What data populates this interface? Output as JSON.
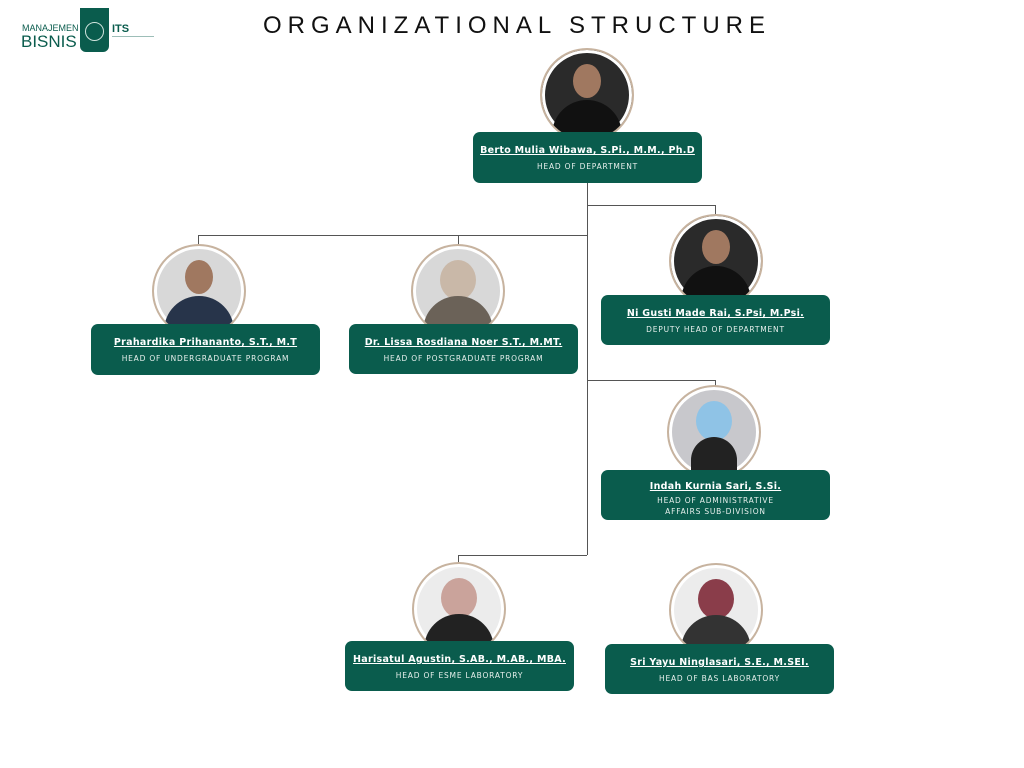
{
  "title": "ORGANIZATIONAL STRUCTURE",
  "logo": {
    "line1": "MANAJEMEN",
    "line2": "BISNIS",
    "institution": "ITS"
  },
  "colors": {
    "card": "#0a5c4d",
    "ring": "#c7b39f"
  },
  "people": [
    {
      "name": "Berto Mulia Wibawa, S.Pi., M.M., Ph.D",
      "role": "HEAD OF DEPARTMENT"
    },
    {
      "name": "Prahardika Prihananto, S.T., M.T",
      "role": "HEAD OF UNDERGRADUATE PROGRAM"
    },
    {
      "name": "Dr. Lissa Rosdiana Noer S.T., M.MT.",
      "role": "HEAD OF POSTGRADUATE PROGRAM"
    },
    {
      "name": "Ni Gusti Made Rai, S.Psi, M.Psi.",
      "role": "DEPUTY HEAD OF DEPARTMENT"
    },
    {
      "name": "Indah Kurnia Sari, S.Si.",
      "role": "HEAD OF ADMINISTRATIVE AFFAIRS SUB-DIVISION"
    },
    {
      "name": "Harisatul Agustin, S.AB., M.AB., MBA.",
      "role": "HEAD OF ESME LABORATORY"
    },
    {
      "name": "Sri Yayu Ninglasari, S.E., M.SEI.",
      "role": "HEAD OF BAS LABORATORY"
    }
  ]
}
